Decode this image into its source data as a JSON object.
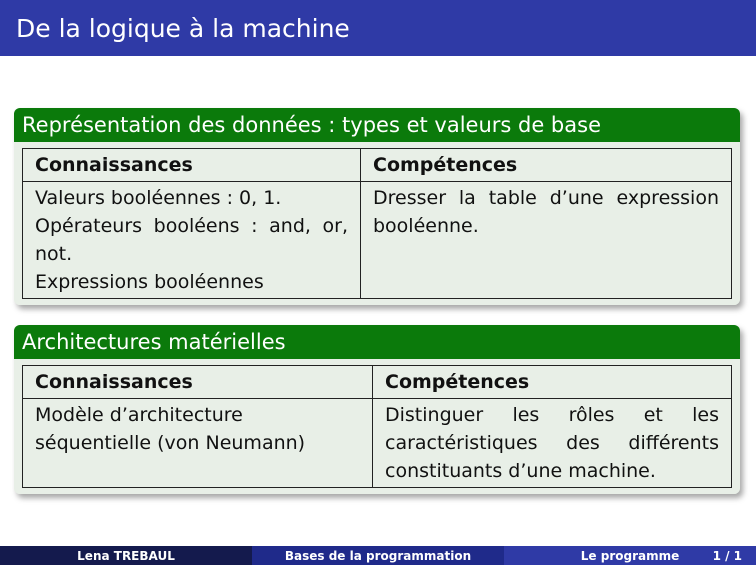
{
  "frame": {
    "title": "De la logique à la machine"
  },
  "blocks": [
    {
      "title": "Représentation des données : types et valeurs de base",
      "head": {
        "left": "Connaissances",
        "right": "Compétences"
      },
      "row": {
        "left": [
          "Valeurs booléennes : 0, 1.",
          "Opérateurs booléens : and, or, not.",
          "Expressions booléennes"
        ],
        "right": "Dresser la table d’une expression booléenne."
      }
    },
    {
      "title": "Architectures matérielles",
      "head": {
        "left": "Connaissances",
        "right": "Compétences"
      },
      "row": {
        "left": "Modèle d’architecture séquentielle (von Neumann)",
        "right": "Distinguer les rôles et les caractéristiques des différents constituants d’une machine."
      }
    }
  ],
  "footer": {
    "author": "Lena TREBAUL",
    "course": "Bases de la programmation",
    "section": "Le programme",
    "page": "1 / 1"
  },
  "colors": {
    "header_blue": "#2f3aa6",
    "block_green": "#0b7a0b",
    "block_body": "#e8efe7"
  }
}
